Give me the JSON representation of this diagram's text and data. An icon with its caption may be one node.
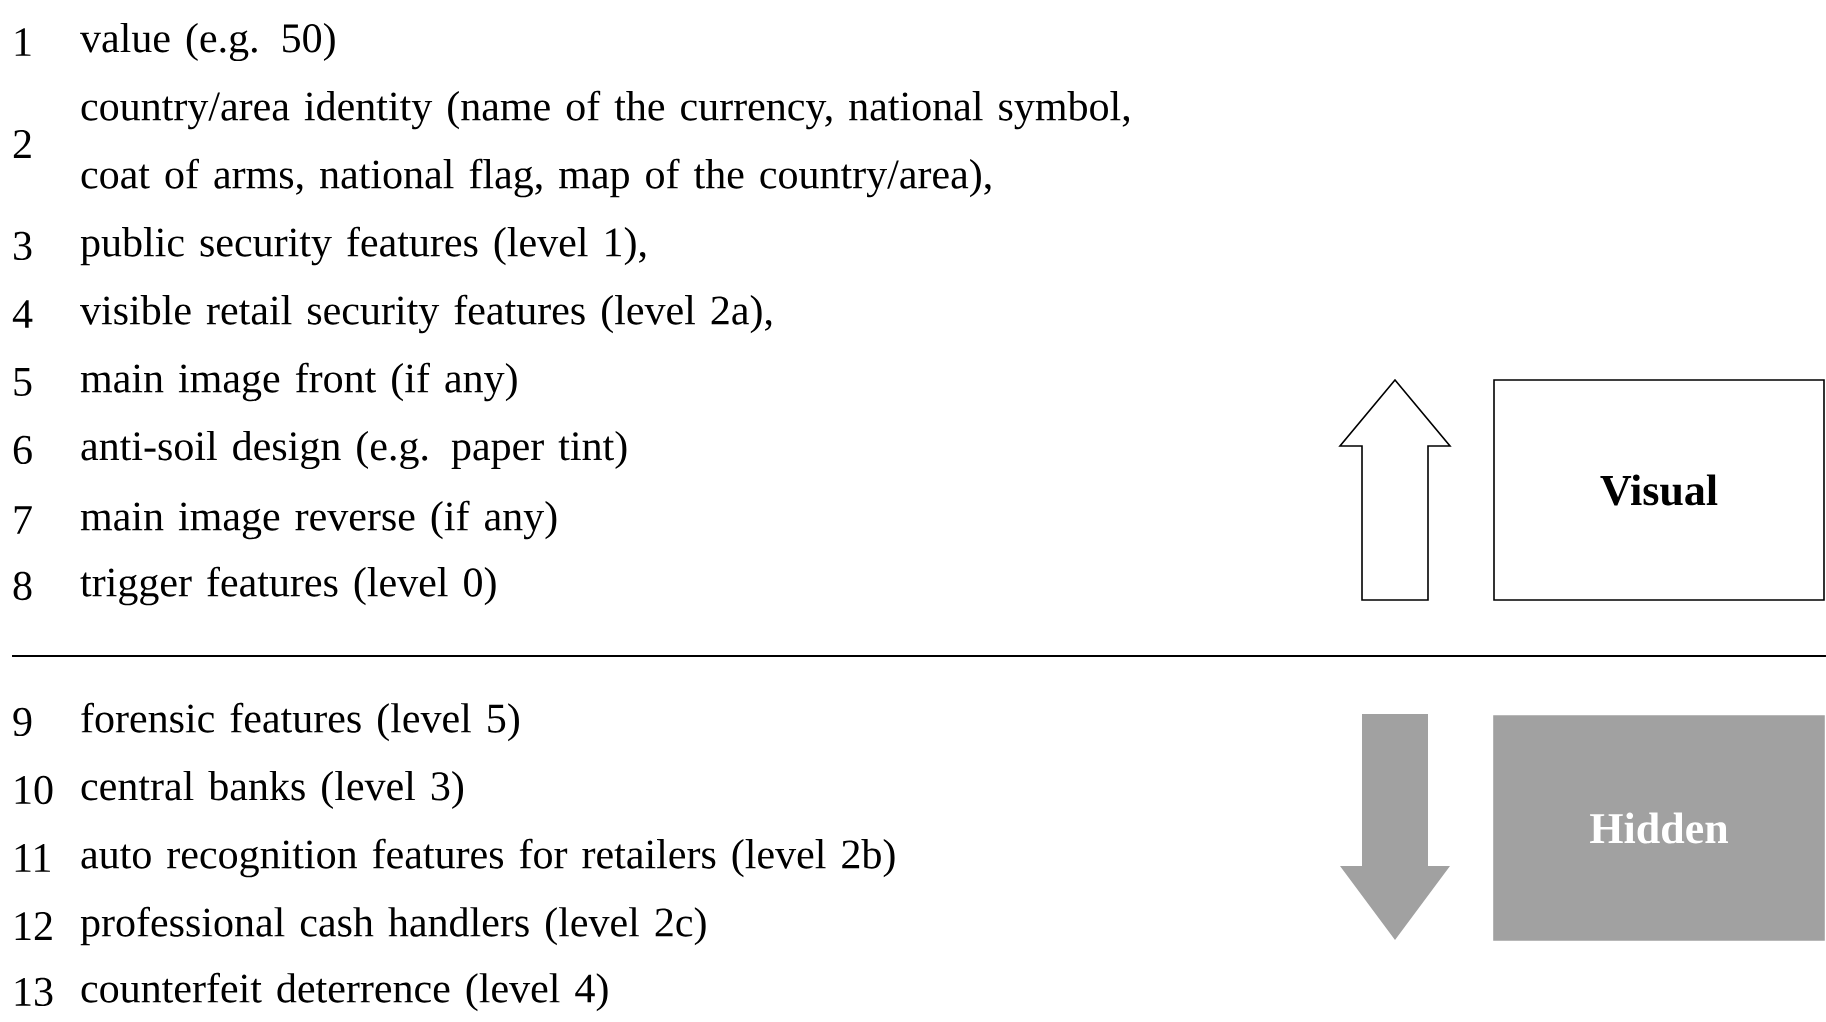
{
  "diagram": {
    "nodes": [
      {
        "text": [
          "Visual"
        ]
      },
      {
        "text": [
          "Hidden"
        ]
      }
    ],
    "labels": [
      "1",
      "value (e.g. 50)",
      "2",
      "country/area identity (name of the currency, national symbol, coat of arms, national flag, map of the country/area),",
      "3",
      "public security features (level 1),",
      "4",
      "visible retail security features (level 2a),",
      "5",
      "main image front (if any)",
      "6",
      "anti-soil design (e.g. paper tint)",
      "7",
      "main image reverse (if any)",
      "8",
      "trigger features (level 0)",
      "9",
      "forensic features (level 5)",
      "10",
      "central banks (level 3)",
      "11",
      "auto recognition features for retailers (level 2b)",
      "12",
      "professional cash handlers (level 2c)",
      "13",
      "counterfeit deterrence (level 4)"
    ]
  }
}
